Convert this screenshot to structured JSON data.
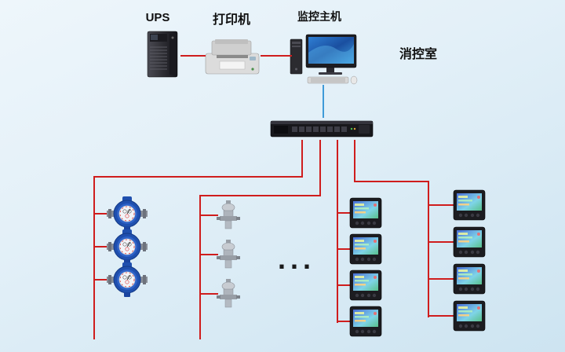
{
  "colors": {
    "line_red": "#cf1d1d",
    "line_blue": "#3f9bd8",
    "bg_top": "#eef6fb",
    "bg_bottom": "#cde4f1"
  },
  "top_row": {
    "ups_label": "UPS",
    "printer_label": "打印机",
    "host_label": "监控主机",
    "room_label": "消控室"
  },
  "diagram": {
    "ellipsis": "...",
    "devices": {
      "ups": "ups-tower",
      "printer": "laser-printer",
      "host": "monitoring-host-pc",
      "switch": "rack-data-collector",
      "water_meter": "water-meter",
      "valve": "valve-sensor",
      "power_meter": "digital-power-meter"
    },
    "counts": {
      "water_meters": 3,
      "valves": 3,
      "meters_col3": 4,
      "meters_col4": 4
    }
  }
}
